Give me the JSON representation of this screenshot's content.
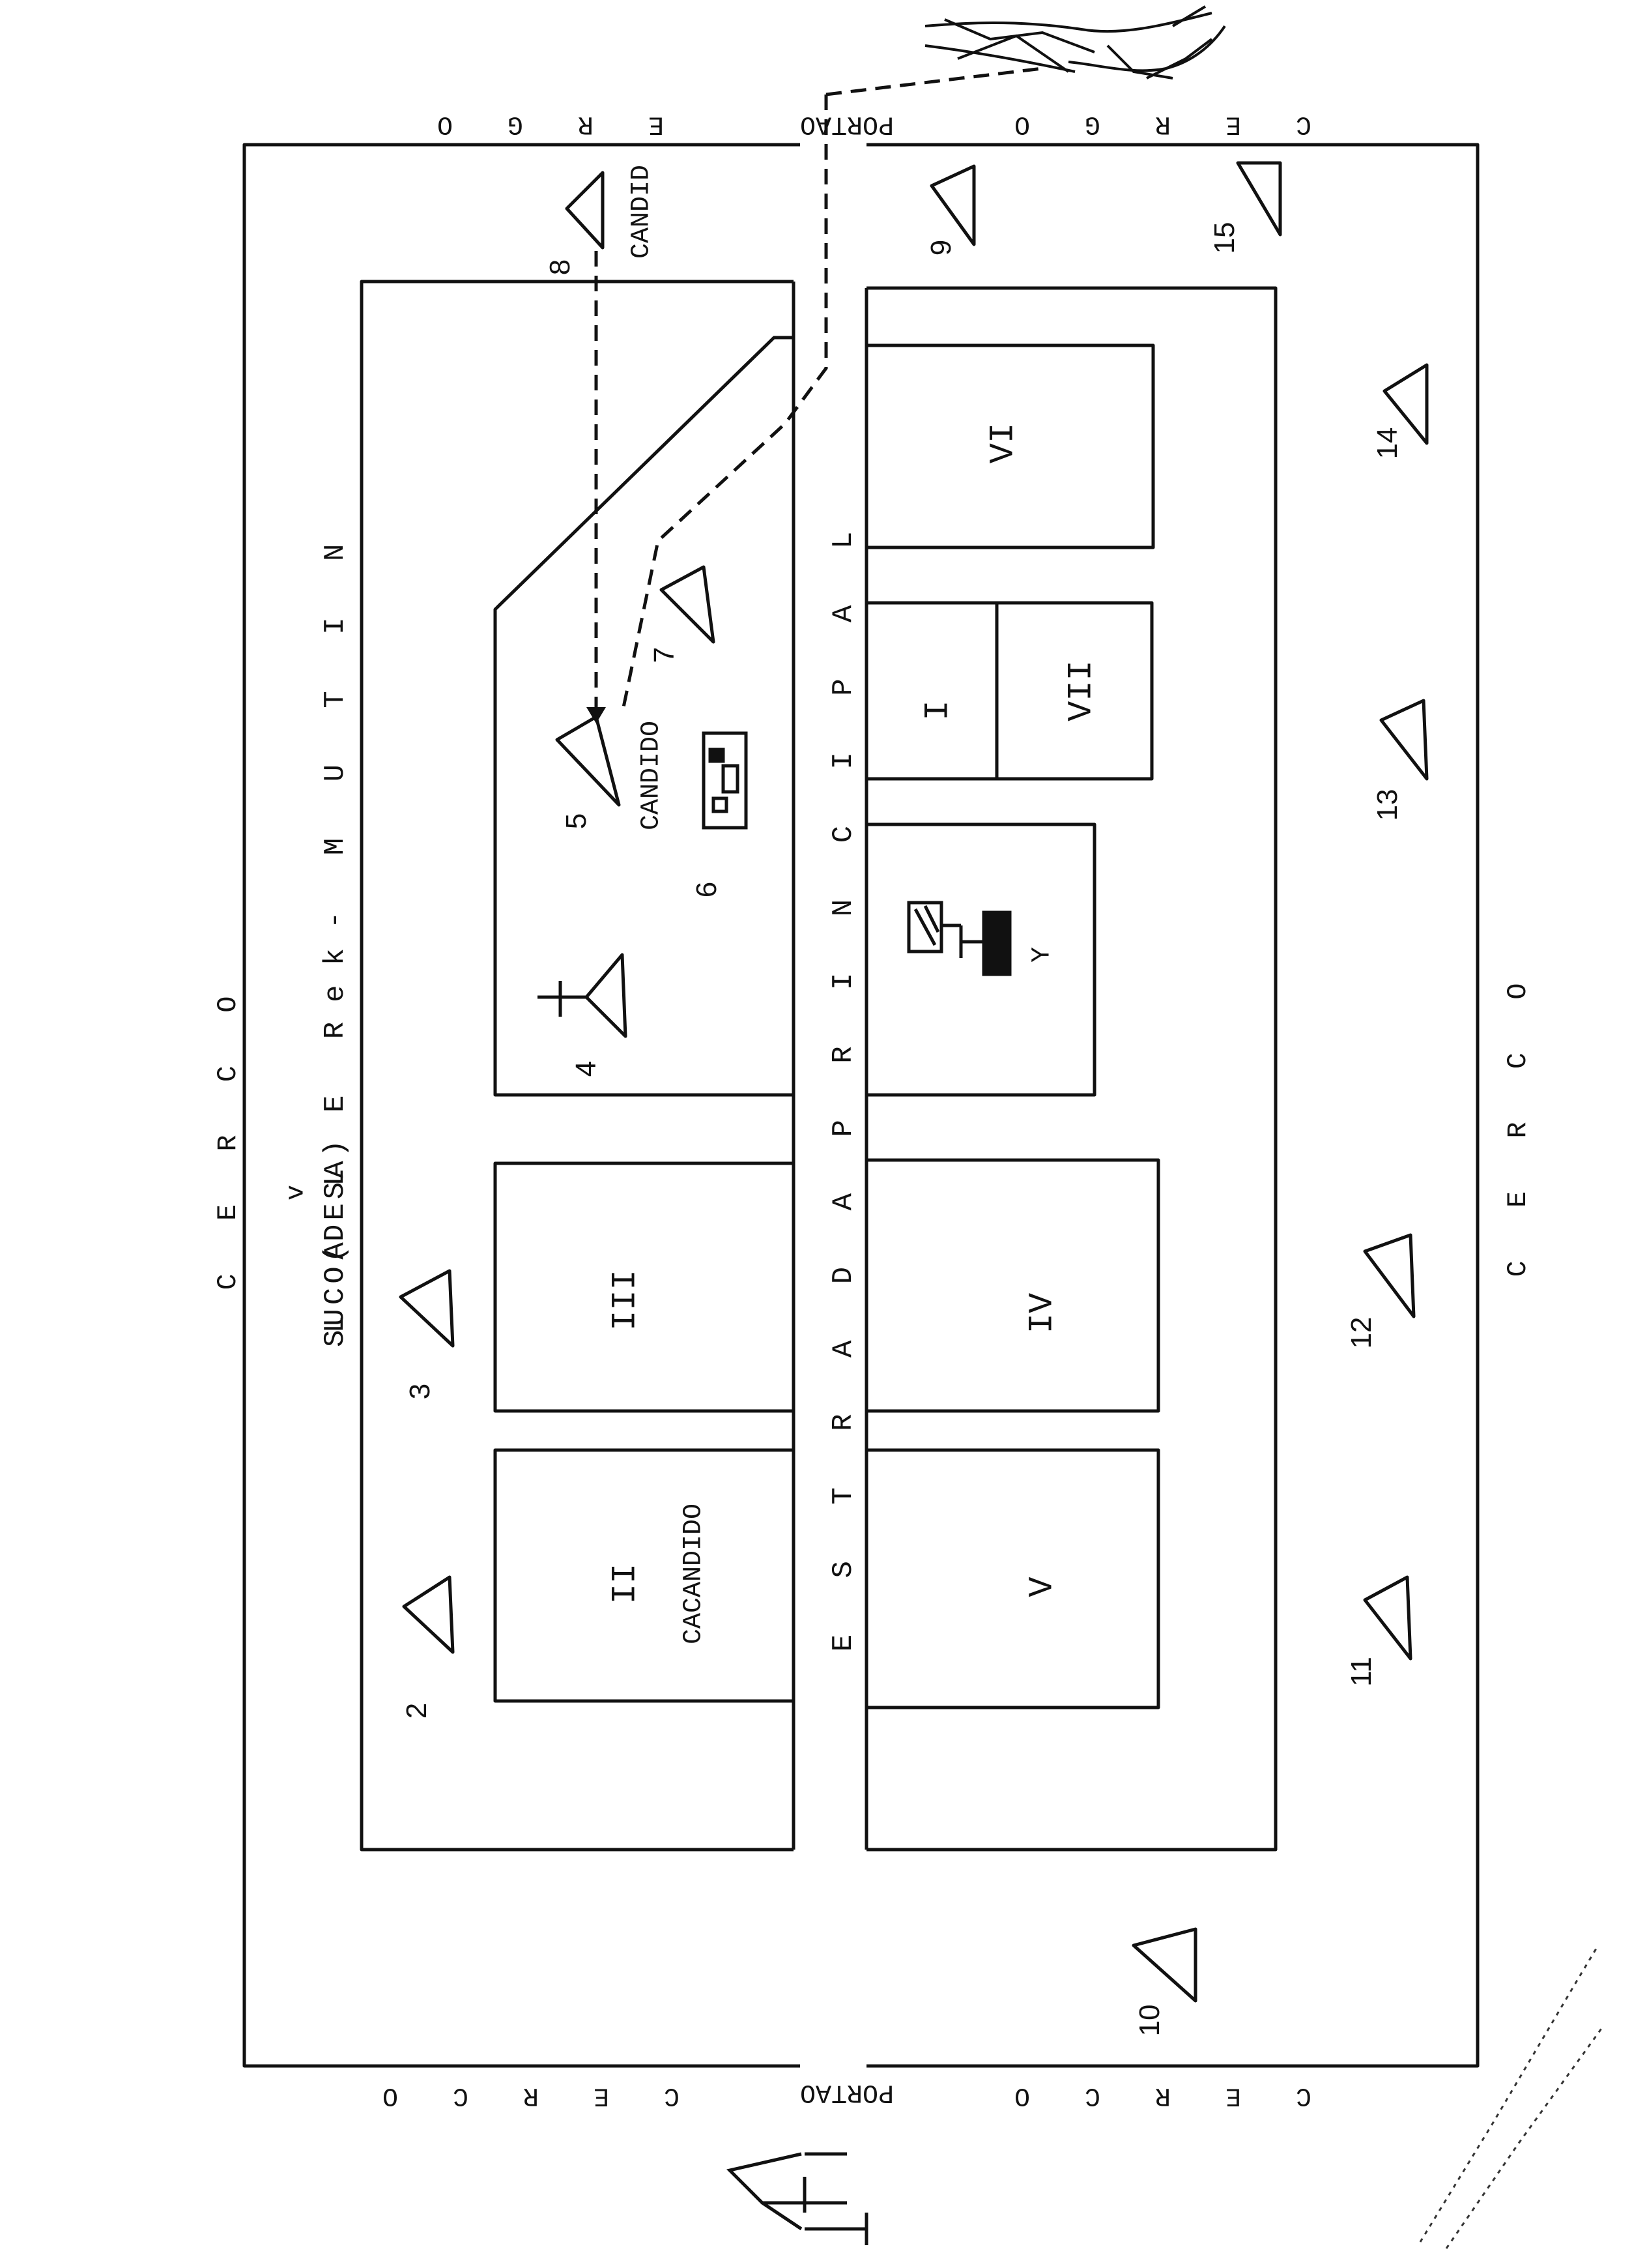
{
  "labels": {
    "cerco": "C E R C O",
    "cerco_tr_a": "E R G O",
    "cerco_tr_b": "C E R G O",
    "cerco_bl": "C E R C O",
    "cerco_br": "C E R C O",
    "portao_top": "PORTAO",
    "portao_bottom": "PORTAO",
    "cerco_left": "C E R C O",
    "cerco_right": "C E R C O"
  },
  "title": {
    "suco": "SUCO(DESA)",
    "name": "L A L E Rek- M U T I N"
  },
  "road": "E S T R A D A   P R I N C I P A L",
  "blocks": {
    "I": "I",
    "II": "II",
    "III": "III",
    "IV": "IV",
    "V": "V",
    "VI": "VI",
    "VII": "VII"
  },
  "owner_names": {
    "block_ii": "CACANDIDO",
    "marker_8": "CANDID",
    "marker_5": "CANDIDO"
  },
  "markers": {
    "m2": "2",
    "m3": "3",
    "m4": "4",
    "m5": "5",
    "m6": "6",
    "m7": "7",
    "m8": "8",
    "m9": "9",
    "m10": "10",
    "m11": "11",
    "m12": "12",
    "m13": "13",
    "m14": "14",
    "m15": "15"
  },
  "small_marks": {
    "y": "Y",
    "check": "v"
  }
}
